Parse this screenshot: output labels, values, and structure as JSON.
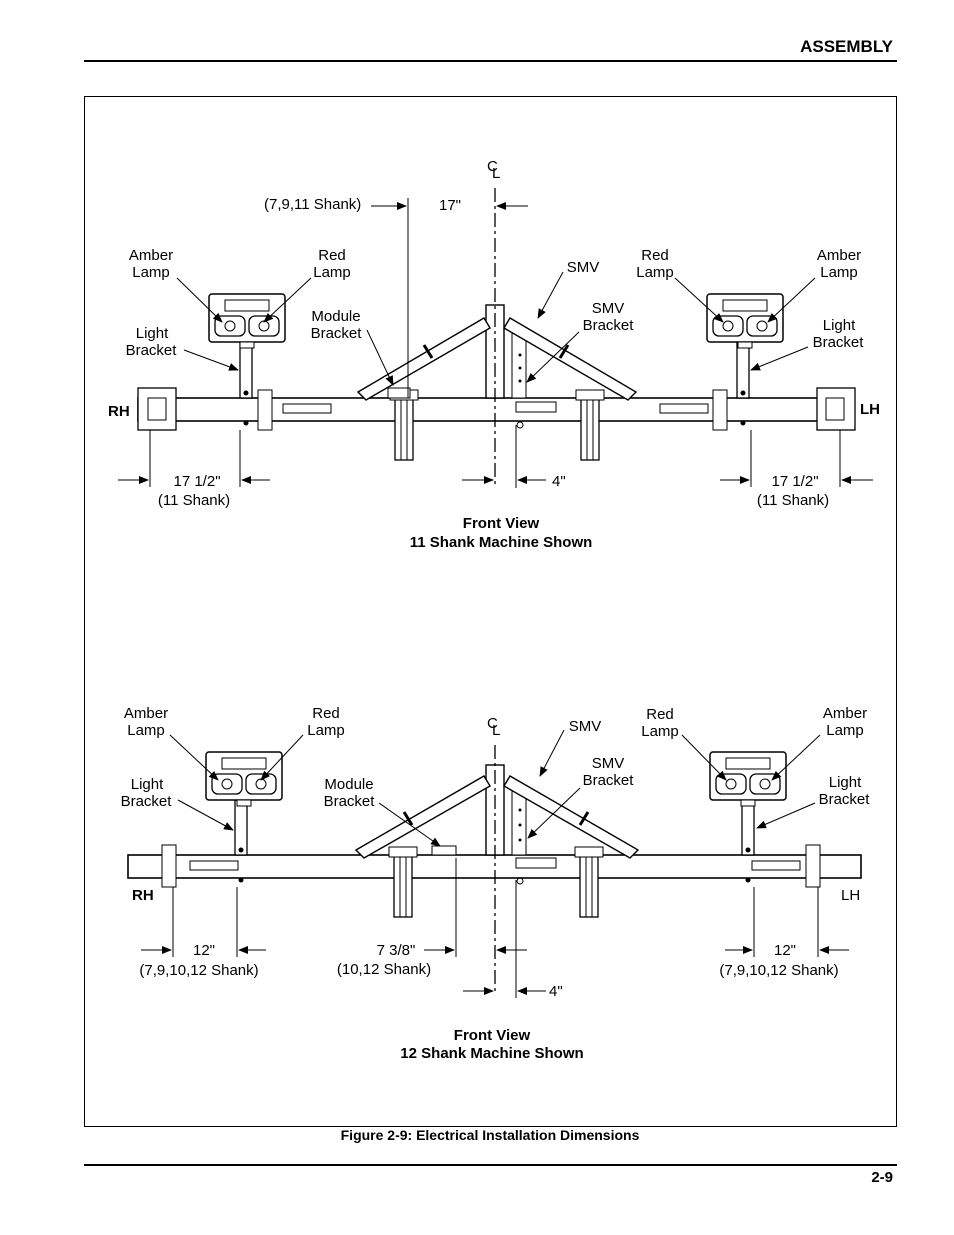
{
  "header": {
    "section_title": "ASSEMBLY"
  },
  "views": [
    {
      "title_line1": "Front View",
      "title_line2": "11 Shank Machine Shown",
      "labels": {
        "centerline_c": "C",
        "centerline_l": "L",
        "shank_note": "(7,9,11 Shank)",
        "dim_17": "17\"",
        "amber_left_1": "Amber",
        "amber_left_2": "Lamp",
        "red_left_1": "Red",
        "red_left_2": "Lamp",
        "light_left_1": "Light",
        "light_left_2": "Bracket",
        "module_1": "Module",
        "module_2": "Bracket",
        "smv": "SMV",
        "smv_bracket_1": "SMV",
        "smv_bracket_2": "Bracket",
        "red_right_1": "Red",
        "red_right_2": "Lamp",
        "amber_right_1": "Amber",
        "amber_right_2": "Lamp",
        "light_right_1": "Light",
        "light_right_2": "Bracket",
        "rh": "RH",
        "lh": "LH",
        "dim_left": "17 1/2\"",
        "dim_left_note": "(11 Shank)",
        "dim_4": "4\"",
        "dim_right": "17 1/2\"",
        "dim_right_note": "(11 Shank)"
      }
    },
    {
      "title_line1": "Front View",
      "title_line2": "12 Shank Machine Shown",
      "labels": {
        "centerline_c": "C",
        "centerline_l": "L",
        "amber_left_1": "Amber",
        "amber_left_2": "Lamp",
        "red_left_1": "Red",
        "red_left_2": "Lamp",
        "light_left_1": "Light",
        "light_left_2": "Bracket",
        "module_1": "Module",
        "module_2": "Bracket",
        "smv": "SMV",
        "smv_bracket_1": "SMV",
        "smv_bracket_2": "Bracket",
        "red_right_1": "Red",
        "red_right_2": "Lamp",
        "amber_right_1": "Amber",
        "amber_right_2": "Lamp",
        "light_right_1": "Light",
        "light_right_2": "Bracket",
        "rh": "RH",
        "lh": "LH",
        "dim_left": "12\"",
        "dim_left_note": "(7,9,10,12 Shank)",
        "dim_mid": "7 3/8\"",
        "dim_mid_note": "(10,12 Shank)",
        "dim_4": "4\"",
        "dim_right": "12\"",
        "dim_right_note": "(7,9,10,12 Shank)"
      }
    }
  ],
  "figure_caption": "Figure 2-9:  Electrical Installation Dimensions",
  "footer": {
    "page_number": "2-9"
  }
}
